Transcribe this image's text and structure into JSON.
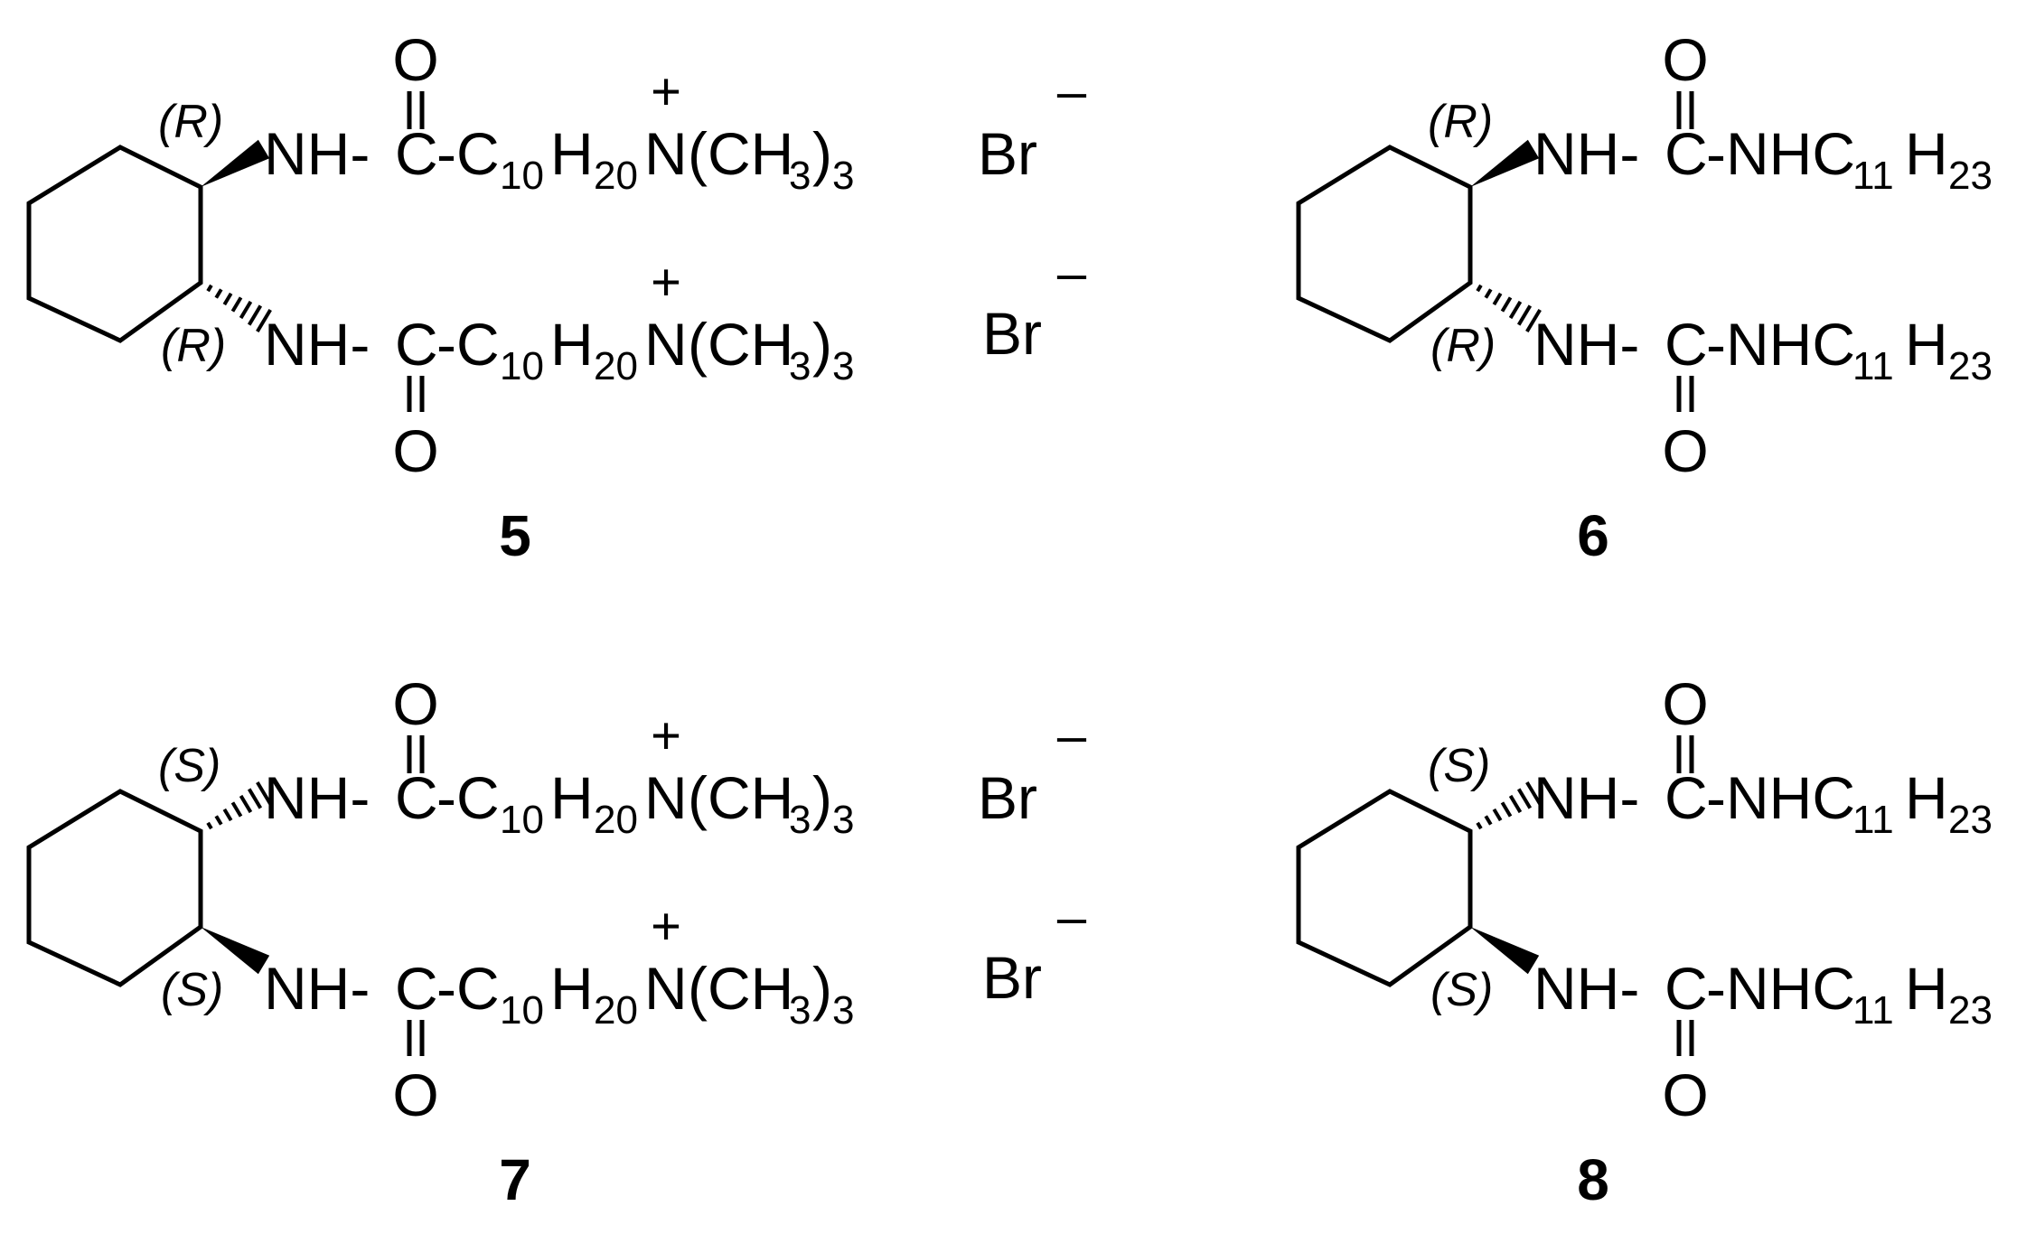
{
  "compounds": [
    {
      "number": "5",
      "stereo_top": "(R)",
      "stereo_bottom": "(R)",
      "top_wedge": "bold",
      "bottom_wedge": "hash",
      "type": "amide",
      "chain": {
        "nh": "NH-",
        "c": "C",
        "dash": "-",
        "c2": "C",
        "sub1": "10",
        "h": "H",
        "sub2": "20",
        "n": "N",
        "tail1": "(CH",
        "sub3": "3",
        "tail2": ")",
        "sub4": "3"
      },
      "o_label": "O",
      "charge_plus": "+",
      "anion": "Br",
      "charge_minus": "–"
    },
    {
      "number": "6",
      "stereo_top": "(R)",
      "stereo_bottom": "(R)",
      "top_wedge": "bold",
      "bottom_wedge": "hash",
      "type": "urea",
      "chain": {
        "nh": "NH-",
        "c": "C",
        "dash": "-",
        "tail": "NHC",
        "sub1": "11",
        "h": "H",
        "sub2": "23"
      },
      "o_label": "O"
    },
    {
      "number": "7",
      "stereo_top": "(S)",
      "stereo_bottom": "(S)",
      "top_wedge": "hash",
      "bottom_wedge": "bold",
      "type": "amide",
      "chain": {
        "nh": "NH-",
        "c": "C",
        "dash": "-",
        "c2": "C",
        "sub1": "10",
        "h": "H",
        "sub2": "20",
        "n": "N",
        "tail1": "(CH",
        "sub3": "3",
        "tail2": ")",
        "sub4": "3"
      },
      "o_label": "O",
      "charge_plus": "+",
      "anion": "Br",
      "charge_minus": "–"
    },
    {
      "number": "8",
      "stereo_top": "(S)",
      "stereo_bottom": "(S)",
      "top_wedge": "hash",
      "bottom_wedge": "bold",
      "type": "urea",
      "chain": {
        "nh": "NH-",
        "c": "C",
        "dash": "-",
        "tail": "NHC",
        "sub1": "11",
        "h": "H",
        "sub2": "23"
      },
      "o_label": "O"
    }
  ]
}
